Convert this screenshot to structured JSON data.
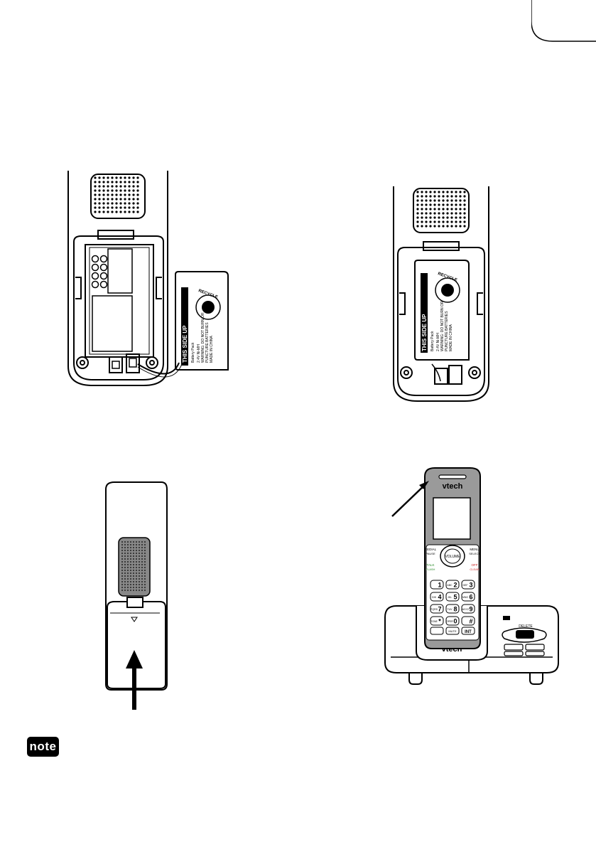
{
  "battery_label": {
    "orientation": "THIS SIDE UP",
    "name": "Battery Pack",
    "voltage": "2.4V Ni-MH",
    "warning": "WARNING: DO NOT BURN OR",
    "warning2": "PUNCTURE BATTERIES",
    "origin": "MADE IN CHINA",
    "recycle": "RECYCLE"
  },
  "handset": {
    "brand": "vtech",
    "brand_base": "vtech",
    "volume_label": "VOLUME",
    "menu_label": "MENU",
    "menu_sub": "SELECT",
    "redial_label": "REDIAL",
    "redial_sub": "PAUSE",
    "talk_label": "TALK",
    "flash_label": "FLASH",
    "off_label": "OFF",
    "clear_label": "CLEAR",
    "mute_label": "MUTE",
    "int_label": "INT",
    "keys": [
      {
        "digit": "1",
        "letters": ""
      },
      {
        "digit": "2",
        "letters": "ABC"
      },
      {
        "digit": "3",
        "letters": "DEF"
      },
      {
        "digit": "4",
        "letters": "GHI"
      },
      {
        "digit": "5",
        "letters": "JKL"
      },
      {
        "digit": "6",
        "letters": "MNO"
      },
      {
        "digit": "7",
        "letters": "PQRS"
      },
      {
        "digit": "8",
        "letters": "TUV"
      },
      {
        "digit": "9",
        "letters": "WXYZ"
      },
      {
        "digit": "*",
        "letters": "TONE"
      },
      {
        "digit": "0",
        "letters": "OPER"
      },
      {
        "digit": "#",
        "letters": ""
      }
    ]
  },
  "base": {
    "delete_label": "DELETE"
  },
  "note_badge": "note"
}
